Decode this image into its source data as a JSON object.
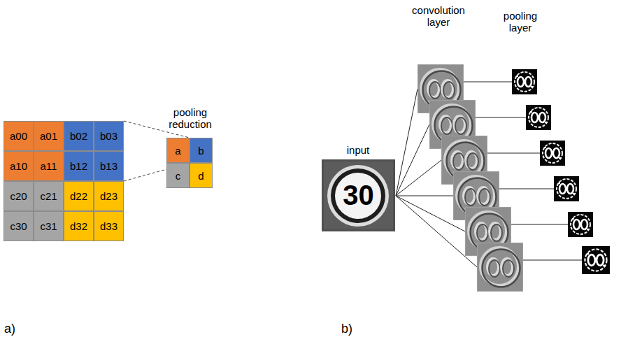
{
  "diagram": {
    "nodes": [
      {
        "text": [
          "a00"
        ]
      },
      {
        "text": [
          "a01"
        ]
      },
      {
        "text": [
          "b02"
        ]
      },
      {
        "text": [
          "b03"
        ]
      },
      {
        "text": [
          "a10"
        ]
      },
      {
        "text": [
          "a11"
        ]
      },
      {
        "text": [
          "b12"
        ]
      },
      {
        "text": [
          "b13"
        ]
      },
      {
        "text": [
          "c20"
        ]
      },
      {
        "text": [
          "c21"
        ]
      },
      {
        "text": [
          "d22"
        ]
      },
      {
        "text": [
          "d23"
        ]
      },
      {
        "text": [
          "c30"
        ]
      },
      {
        "text": [
          "c31"
        ]
      },
      {
        "text": [
          "d32"
        ]
      },
      {
        "text": [
          "d33"
        ]
      },
      {
        "text": [
          "a"
        ]
      },
      {
        "text": [
          "b"
        ]
      },
      {
        "text": [
          "c"
        ]
      },
      {
        "text": [
          "d"
        ]
      }
    ],
    "labels": [
      "pooling reduction",
      "a)",
      "input",
      "30",
      "convolution layer",
      "pooling layer",
      "b)"
    ]
  }
}
